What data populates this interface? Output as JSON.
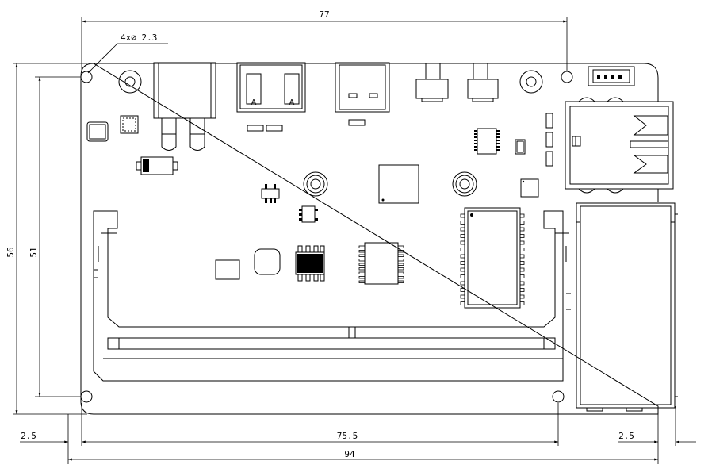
{
  "dimensions": {
    "top_width": "77",
    "hole_callout": "4x∅ 2.3",
    "overall_height": "56",
    "hole_height": "51",
    "left_offset": "2.5",
    "hole_span": "75.5",
    "right_offset": "2.5",
    "overall_width": "94"
  }
}
